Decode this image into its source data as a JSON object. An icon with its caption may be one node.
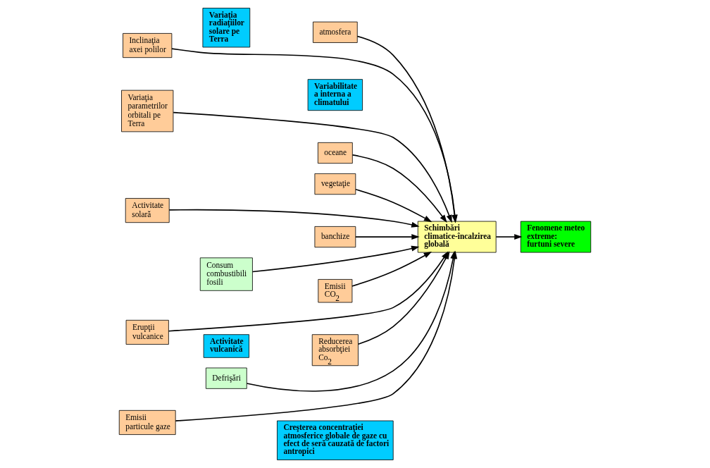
{
  "diagram": {
    "nodes": [
      {
        "text": [
          "Inclinaţia axei polilor"
        ]
      },
      {
        "text": [
          "Variaţia radiaţiilor solare pe Terra"
        ]
      },
      {
        "text": [
          "atmosfera"
        ]
      },
      {
        "text": [
          "Variabilitate a interna a climatului"
        ]
      },
      {
        "text": [
          "Variaţia parametrilor orbitali pe Terra"
        ]
      },
      {
        "text": [
          "oceane"
        ]
      },
      {
        "text": [
          "vegetaţie"
        ]
      },
      {
        "text": [
          "Activitate solară"
        ]
      },
      {
        "text": [
          "banchize"
        ]
      },
      {
        "text": [
          "Schimbări climatice-încalzirea globală"
        ]
      },
      {
        "text": [
          "Fenomene meteo extreme: furtuni severe"
        ]
      },
      {
        "text": [
          "Emisii CO$_{2}$"
        ]
      },
      {
        "text": [
          "Consum combustibili fosili"
        ]
      },
      {
        "text": [
          "Erupţii vulcanice"
        ]
      },
      {
        "text": [
          "Creşterea concentraţiei atmosferice globale de gaze cu efect de seră cauzată de factori antropici"
        ]
      },
      {
        "text": [
          "Emisii particule gaze"
        ]
      },
      {
        "text": [
          "Activitate vulcanică"
        ]
      },
      {
        "text": [
          "Reducerea absorbţiei Co$_{2}$"
        ]
      },
      {
        "text": [
          "Defrişări"
        ]
      }
    ],
    "edges": [
      {
        "from": 0,
        "to": 9,
        "arrow": "to"
      },
      {
        "from": 4,
        "to": 9,
        "arrow": "to"
      },
      {
        "from": 7,
        "to": 9,
        "arrow": "to"
      },
      {
        "from": 2,
        "to": 9,
        "arrow": "to"
      },
      {
        "from": 5,
        "to": 9,
        "arrow": "to"
      },
      {
        "from": 6,
        "to": 9,
        "arrow": "to"
      },
      {
        "from": 8,
        "to": 9,
        "arrow": "to"
      },
      {
        "from": 13,
        "to": 9,
        "arrow": "to"
      },
      {
        "from": 15,
        "to": 9,
        "arrow": "to"
      },
      {
        "from": 12,
        "to": 9,
        "arrow": "to"
      },
      {
        "from": 11,
        "to": 9,
        "arrow": "to"
      },
      {
        "from": 18,
        "to": 9,
        "arrow": "to"
      },
      {
        "from": 17,
        "to": 9,
        "arrow": "to"
      },
      {
        "from": 9,
        "to": 10,
        "arrow": "to"
      }
    ]
  }
}
